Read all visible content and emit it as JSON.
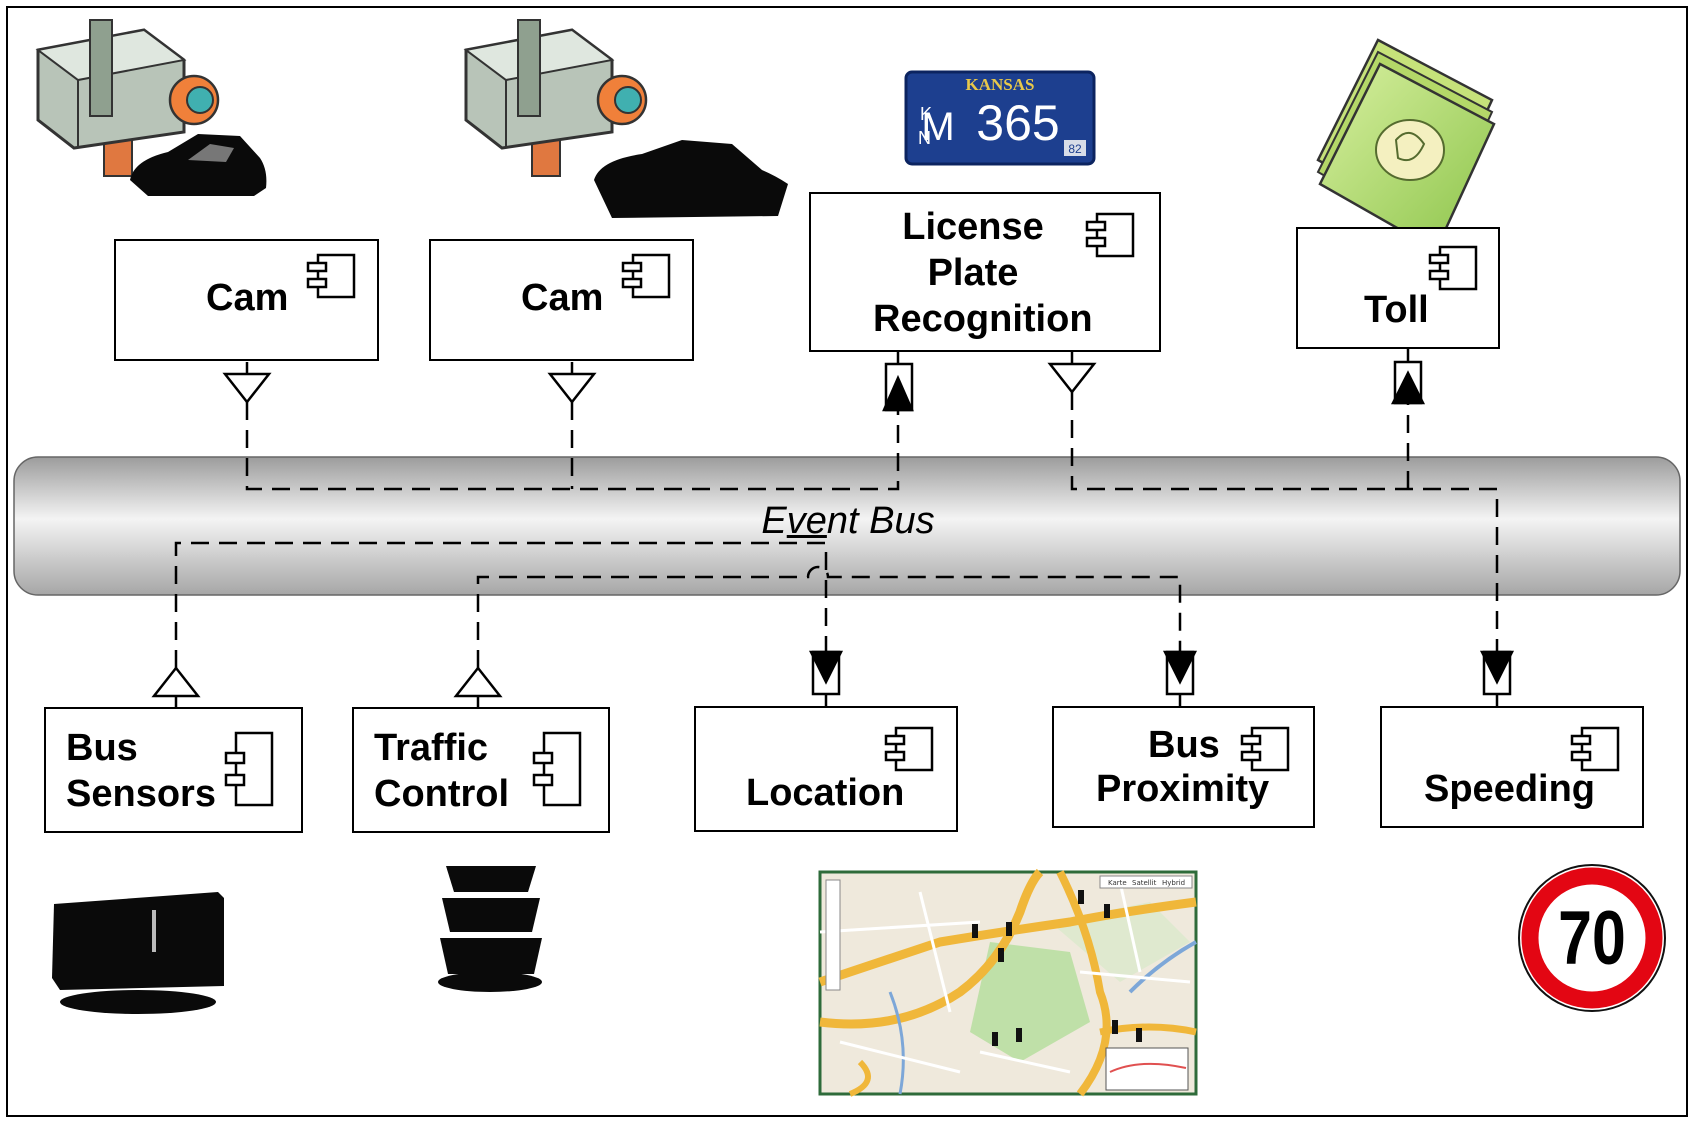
{
  "event_bus": {
    "label": "Event Bus",
    "prefix": "E",
    "underline": "ve",
    "suffix": "nt Bus"
  },
  "components": {
    "cam1": {
      "label": "Cam"
    },
    "cam2": {
      "label": "Cam"
    },
    "lpr": {
      "line1": "License",
      "line2": "Plate",
      "line3": "Recognition"
    },
    "toll": {
      "label": "Toll"
    },
    "bus_sensors": {
      "line1": "Bus",
      "line2": "Sensors"
    },
    "traffic_control": {
      "line1": "Traffic",
      "line2": "Control"
    },
    "location": {
      "label": "Location"
    },
    "bus_proximity": {
      "line1": "Bus",
      "line2": "Proximity"
    },
    "speeding": {
      "label": "Speeding"
    }
  },
  "pictures": {
    "license_plate": {
      "state": "KANSAS",
      "number": "365",
      "prefix": "KNM",
      "year_sticker": "82"
    },
    "speed_sign": {
      "value": "70"
    },
    "map": {
      "tabs": [
        "Karte",
        "Satellit",
        "Hybrid"
      ]
    }
  },
  "colors": {
    "bus_light": "#f4f4f4",
    "bus_dark": "#9c9c9c",
    "sign_red": "#e30613"
  }
}
